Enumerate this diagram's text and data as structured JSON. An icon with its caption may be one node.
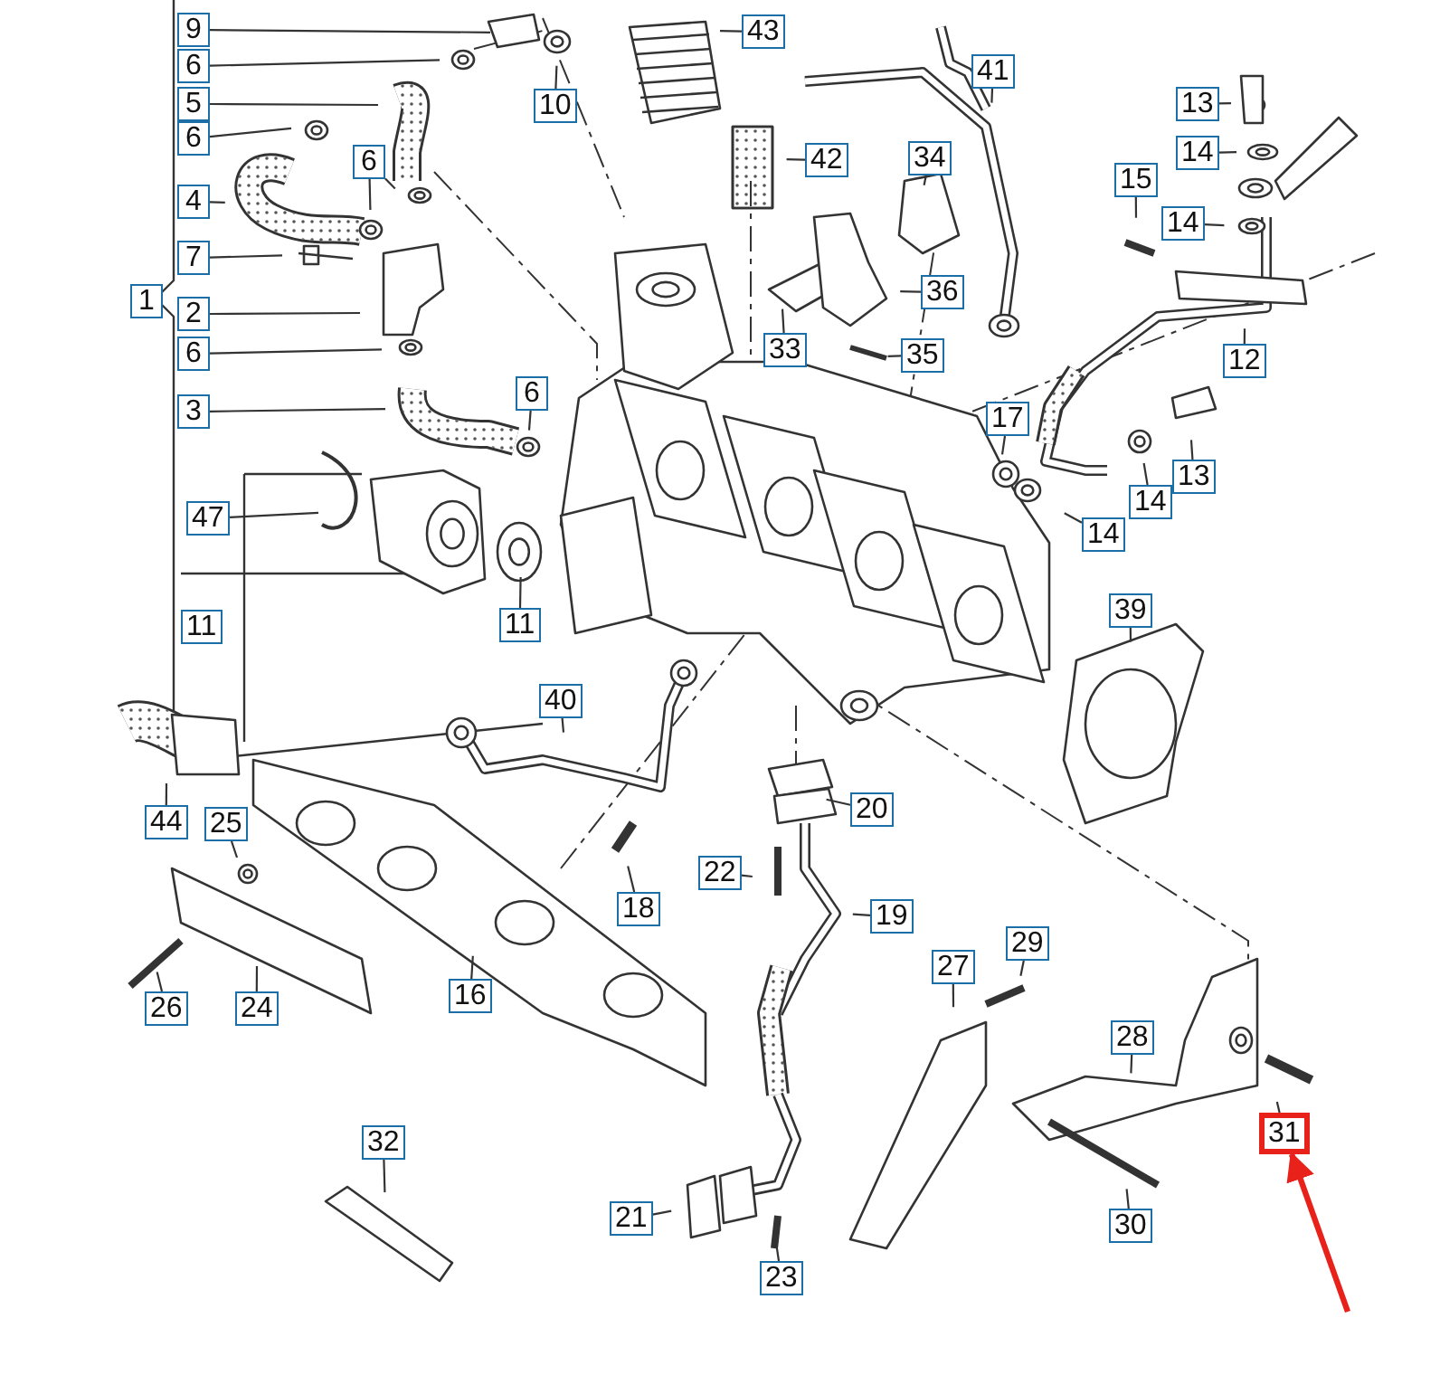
{
  "diagram": {
    "nodes": [
      {
        "text": [
          "9"
        ]
      },
      {
        "text": [
          "6"
        ]
      },
      {
        "text": [
          "5"
        ]
      },
      {
        "text": [
          "6"
        ]
      },
      {
        "text": [
          "6"
        ]
      },
      {
        "text": [
          "4"
        ]
      },
      {
        "text": [
          "7"
        ]
      },
      {
        "text": [
          "1"
        ]
      },
      {
        "text": [
          "2"
        ]
      },
      {
        "text": [
          "6"
        ]
      },
      {
        "text": [
          "3"
        ]
      },
      {
        "text": [
          "6"
        ]
      },
      {
        "text": [
          "10"
        ]
      },
      {
        "text": [
          "43"
        ]
      },
      {
        "text": [
          "42"
        ]
      },
      {
        "text": [
          "41"
        ]
      },
      {
        "text": [
          "34"
        ]
      },
      {
        "text": [
          "36"
        ]
      },
      {
        "text": [
          "35"
        ]
      },
      {
        "text": [
          "33"
        ]
      },
      {
        "text": [
          "13"
        ]
      },
      {
        "text": [
          "14"
        ]
      },
      {
        "text": [
          "15"
        ]
      },
      {
        "text": [
          "14"
        ]
      },
      {
        "text": [
          "12"
        ]
      },
      {
        "text": [
          "17"
        ]
      },
      {
        "text": [
          "13"
        ]
      },
      {
        "text": [
          "14"
        ]
      },
      {
        "text": [
          "14"
        ]
      },
      {
        "text": [
          "47"
        ]
      },
      {
        "text": [
          "11"
        ]
      },
      {
        "text": [
          "11"
        ]
      },
      {
        "text": [
          "39"
        ]
      },
      {
        "text": [
          "40"
        ]
      },
      {
        "text": [
          "44"
        ]
      },
      {
        "text": [
          "20"
        ]
      },
      {
        "text": [
          "25"
        ]
      },
      {
        "text": [
          "18"
        ]
      },
      {
        "text": [
          "22"
        ]
      },
      {
        "text": [
          "19"
        ]
      },
      {
        "text": [
          "26"
        ]
      },
      {
        "text": [
          "24"
        ]
      },
      {
        "text": [
          "16"
        ]
      },
      {
        "text": [
          "27"
        ]
      },
      {
        "text": [
          "29"
        ]
      },
      {
        "text": [
          "28"
        ]
      },
      {
        "text": [
          "31"
        ]
      },
      {
        "text": [
          "30"
        ]
      },
      {
        "text": [
          "32"
        ]
      },
      {
        "text": [
          "21"
        ]
      },
      {
        "text": [
          "23"
        ]
      }
    ],
    "edges": [
      {
        "from": 0,
        "to": null,
        "arrow": "none"
      },
      {
        "from": 1,
        "to": null,
        "arrow": "none"
      },
      {
        "from": 2,
        "to": null,
        "arrow": "none"
      },
      {
        "from": 3,
        "to": null,
        "arrow": "none"
      },
      {
        "from": 4,
        "to": null,
        "arrow": "none"
      },
      {
        "from": 4,
        "to": null,
        "arrow": "none"
      },
      {
        "from": 5,
        "to": null,
        "arrow": "none"
      },
      {
        "from": 6,
        "to": null,
        "arrow": "none"
      },
      {
        "from": 8,
        "to": null,
        "arrow": "none"
      },
      {
        "from": 9,
        "to": null,
        "arrow": "none"
      },
      {
        "from": 10,
        "to": null,
        "arrow": "none"
      },
      {
        "from": 11,
        "to": null,
        "arrow": "none"
      },
      {
        "from": 12,
        "to": null,
        "arrow": "none"
      },
      {
        "from": 13,
        "to": null,
        "arrow": "none"
      },
      {
        "from": 14,
        "to": null,
        "arrow": "none"
      },
      {
        "from": 15,
        "to": null,
        "arrow": "none"
      },
      {
        "from": 16,
        "to": null,
        "arrow": "none"
      },
      {
        "from": 17,
        "to": null,
        "arrow": "none"
      },
      {
        "from": 18,
        "to": null,
        "arrow": "none"
      },
      {
        "from": 19,
        "to": null,
        "arrow": "none"
      },
      {
        "from": 20,
        "to": null,
        "arrow": "none"
      },
      {
        "from": 21,
        "to": null,
        "arrow": "none"
      },
      {
        "from": 22,
        "to": null,
        "arrow": "none"
      },
      {
        "from": 23,
        "to": null,
        "arrow": "none"
      },
      {
        "from": 24,
        "to": null,
        "arrow": "none"
      },
      {
        "from": 25,
        "to": null,
        "arrow": "none"
      },
      {
        "from": 26,
        "to": null,
        "arrow": "none"
      },
      {
        "from": 27,
        "to": null,
        "arrow": "none"
      },
      {
        "from": 28,
        "to": null,
        "arrow": "none"
      },
      {
        "from": 29,
        "to": null,
        "arrow": "none"
      },
      {
        "from": 31,
        "to": null,
        "arrow": "none"
      },
      {
        "from": 32,
        "to": null,
        "arrow": "none"
      },
      {
        "from": 33,
        "to": null,
        "arrow": "none"
      },
      {
        "from": 34,
        "to": null,
        "arrow": "none"
      },
      {
        "from": 35,
        "to": null,
        "arrow": "none"
      },
      {
        "from": 36,
        "to": null,
        "arrow": "none"
      },
      {
        "from": 37,
        "to": null,
        "arrow": "none"
      },
      {
        "from": 38,
        "to": null,
        "arrow": "none"
      },
      {
        "from": 39,
        "to": null,
        "arrow": "none"
      },
      {
        "from": 40,
        "to": null,
        "arrow": "none"
      },
      {
        "from": 41,
        "to": null,
        "arrow": "none"
      },
      {
        "from": 42,
        "to": null,
        "arrow": "none"
      },
      {
        "from": 43,
        "to": null,
        "arrow": "none"
      },
      {
        "from": 44,
        "to": null,
        "arrow": "none"
      },
      {
        "from": 45,
        "to": null,
        "arrow": "none"
      },
      {
        "from": 46,
        "to": null,
        "arrow": "none"
      },
      {
        "from": 47,
        "to": null,
        "arrow": "none"
      },
      {
        "from": 48,
        "to": null,
        "arrow": "none"
      },
      {
        "from": 49,
        "to": null,
        "arrow": "none"
      },
      {
        "from": 50,
        "to": null,
        "arrow": "none"
      },
      {
        "from": null,
        "to": 46,
        "arrow": "to",
        "style": "thick",
        "color": "#e8221b"
      }
    ]
  }
}
